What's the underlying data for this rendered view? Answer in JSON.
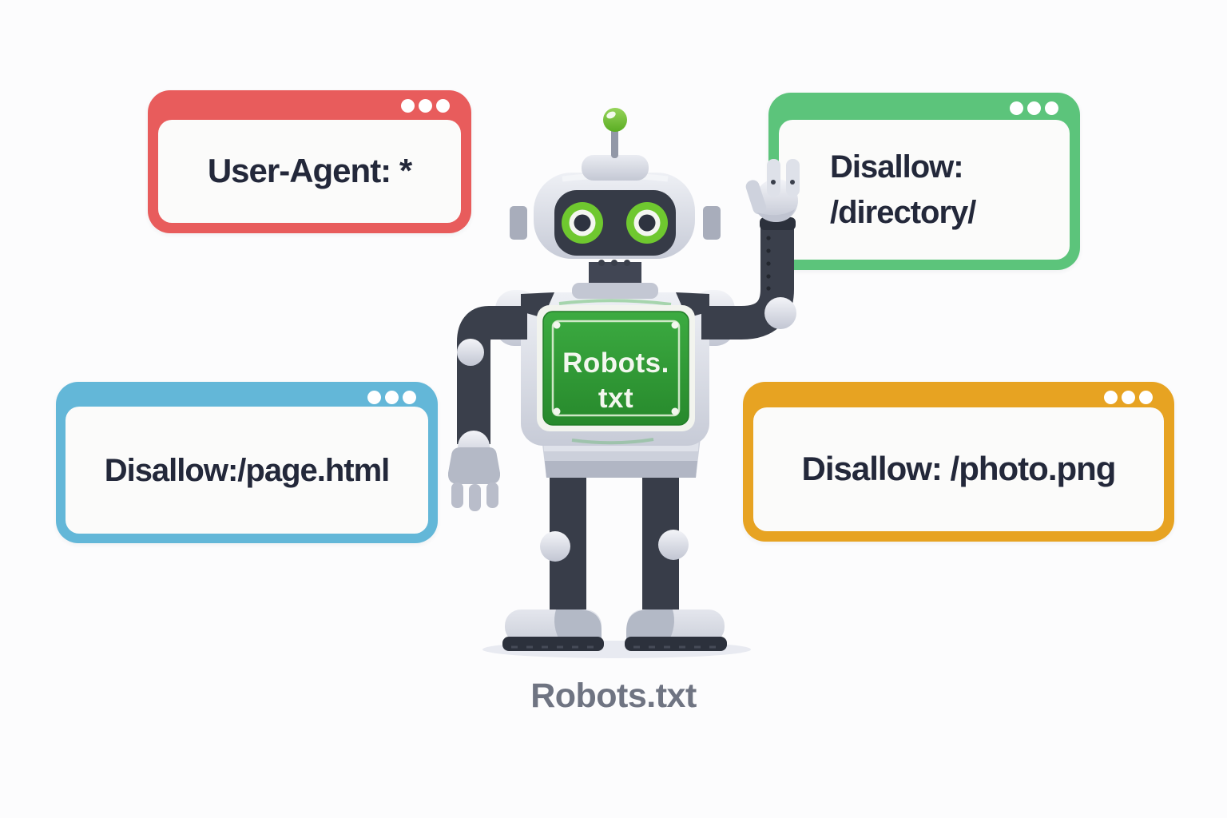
{
  "caption": "Robots.txt",
  "windows": [
    {
      "name": "user-agent",
      "accent": "#e85c5c",
      "lines": [
        "User-Agent: *"
      ]
    },
    {
      "name": "disallow-directory",
      "accent": "#5cc47b",
      "lines": [
        "Disallow:",
        "/directory/"
      ]
    },
    {
      "name": "disallow-page",
      "accent": "#63b7d8",
      "lines": [
        "Disallow:/page.html"
      ]
    },
    {
      "name": "disallow-photo",
      "accent": "#e7a322",
      "lines": [
        "Disallow: /photo.png"
      ]
    }
  ],
  "robot": {
    "chest_line1": "Robots.",
    "chest_line2": "txt"
  },
  "colors": {
    "rule_text": "#23283a",
    "caption_text": "#6f7482",
    "window_red": "#e85c5c",
    "window_green": "#5cc47b",
    "window_blue": "#63b7d8",
    "window_orange": "#e7a322",
    "chest_panel_green": "#2f9c35",
    "eye_green": "#6fc82f",
    "robot_body_gray": "#d7dae3",
    "robot_dark_gray": "#3a3f4b",
    "background": "#fcfcfd"
  }
}
